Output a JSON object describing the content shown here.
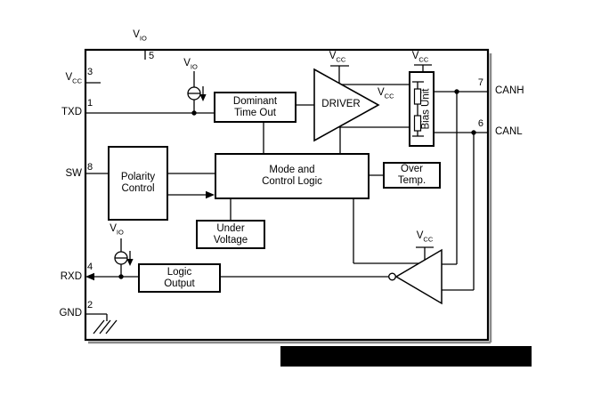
{
  "labels": {
    "vcc": {
      "base": "V",
      "sub": "CC"
    },
    "vio": {
      "base": "V",
      "sub": "IO"
    }
  },
  "pins": {
    "vcc": {
      "num": "3"
    },
    "txd": {
      "num": "1",
      "label": "TXD"
    },
    "sw": {
      "num": "8",
      "label": "SW"
    },
    "rxd": {
      "num": "4",
      "label": "RXD"
    },
    "gnd": {
      "num": "2",
      "label": "GND"
    },
    "vio": {
      "num": "5"
    },
    "canh": {
      "num": "7",
      "label": "CANH"
    },
    "canl": {
      "num": "6",
      "label": "CANL"
    }
  },
  "blocks": {
    "dominant_time_out": {
      "line1": "Dominant",
      "line2": "Time Out"
    },
    "driver": {
      "label": "DRIVER"
    },
    "bias_unit": {
      "label": "Bias Unit"
    },
    "polarity_control": {
      "line1": "Polarity",
      "line2": "Control"
    },
    "mode_control_logic": {
      "line1": "Mode and",
      "line2": "Control Logic"
    },
    "over_temp": {
      "line1": "Over",
      "line2": "Temp."
    },
    "under_voltage": {
      "line1": "Under",
      "line2": "Voltage"
    },
    "logic_output": {
      "line1": "Logic",
      "line2": "Output"
    }
  },
  "colors": {
    "line": "#000000",
    "background": "#ffffff",
    "block_fill": "#ffffff",
    "redaction_bar": "#000000",
    "box_shadow": "#8a8a8a"
  }
}
